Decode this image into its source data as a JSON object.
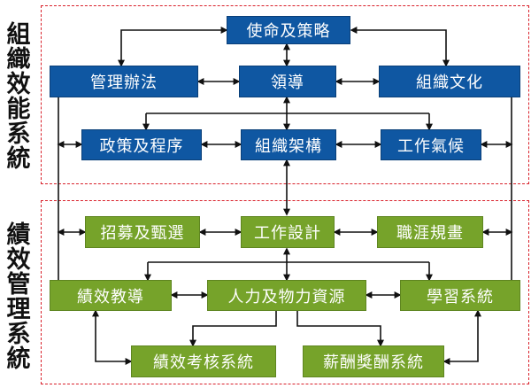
{
  "sections": {
    "org_effectiveness": {
      "label": "組織效能系統"
    },
    "performance_management": {
      "label": "績效管理系統"
    }
  },
  "nodes": {
    "mission": "使命及策略",
    "mgmt_methods": "管理辦法",
    "leadership": "領導",
    "org_culture": "組織文化",
    "policy": "政策及程序",
    "org_structure": "組織架構",
    "work_climate": "工作氣候",
    "recruit": "招募及甄選",
    "job_design": "工作設計",
    "career": "職涯規畫",
    "coaching": "績效教導",
    "resources": "人力及物力資源",
    "learning": "學習系統",
    "appraisal": "績效考核系統",
    "reward": "薪酬獎酬系統"
  },
  "colors": {
    "blue_box": "#0f57a2",
    "green_box": "#76a32a",
    "dashed_border": "#d9202a",
    "connector": "#111111"
  }
}
